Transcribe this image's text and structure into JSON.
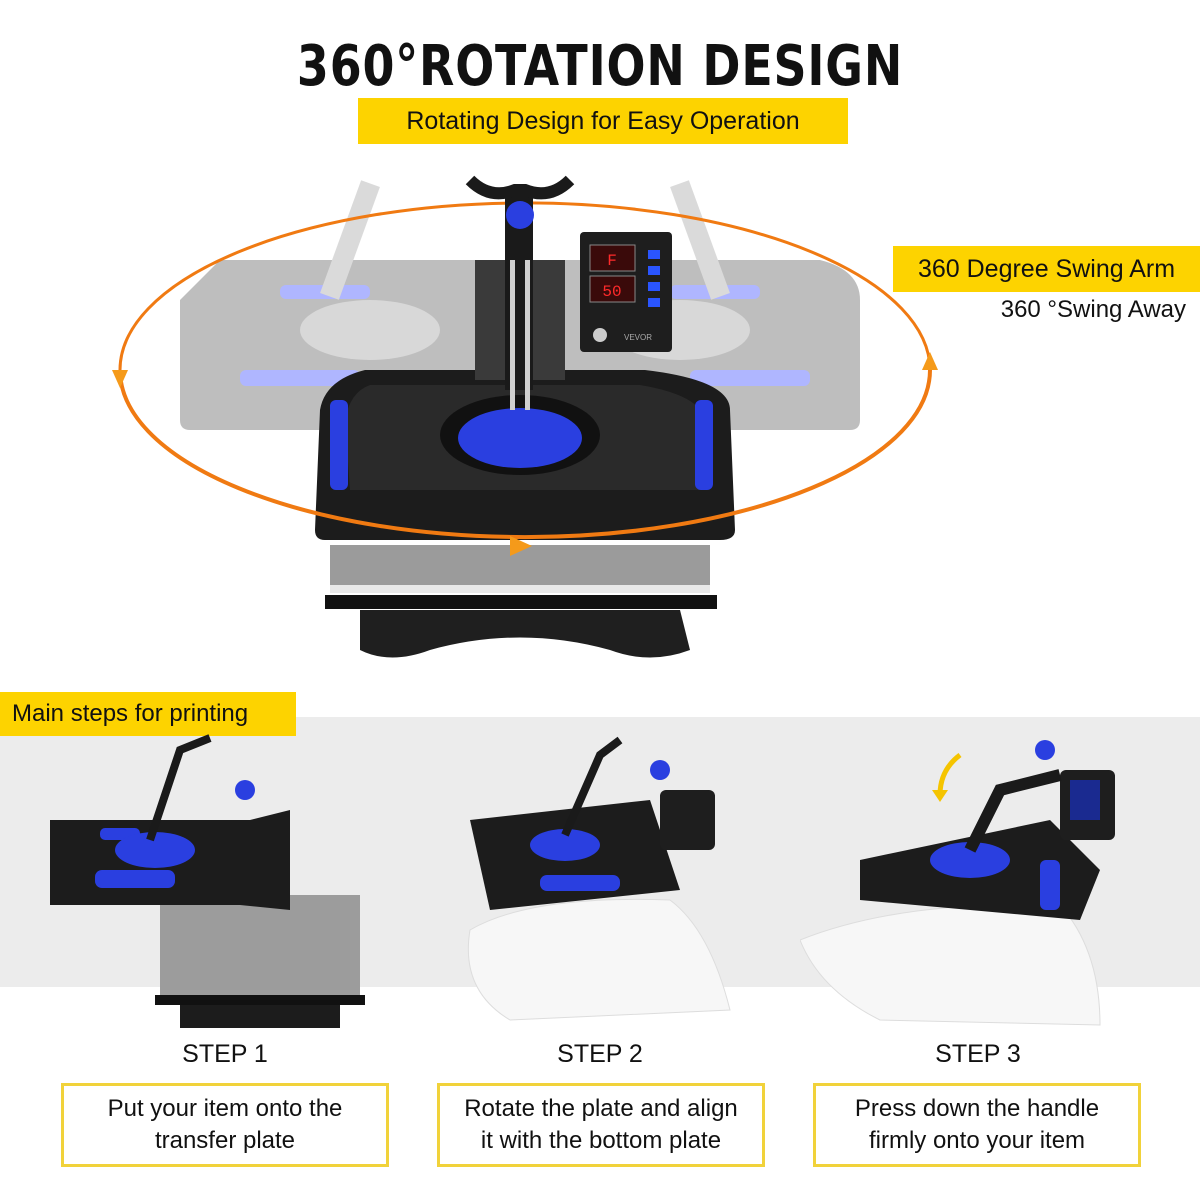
{
  "header": {
    "title": "360°ROTATION DESIGN",
    "subtitle": "Rotating Design for Easy Operation"
  },
  "callout": {
    "title": "360 Degree Swing Arm",
    "subtitle": "360 °Swing Away"
  },
  "control_panel": {
    "display_top": "F",
    "display_bottom": "50",
    "brand": "VEVOR"
  },
  "steps_section": {
    "heading": "Main steps for printing",
    "steps": [
      {
        "label": "STEP 1",
        "line1": "Put your item onto the",
        "line2": "transfer plate"
      },
      {
        "label": "STEP 2",
        "line1": "Rotate the plate and align",
        "line2": "it with the bottom plate"
      },
      {
        "label": "STEP 3",
        "line1": "Press down the handle",
        "line2": "firmly onto your item"
      }
    ]
  },
  "colors": {
    "accent_yellow": "#fdd300",
    "arrow_orange": "#f07a12",
    "machine_blue": "#2a3fe0",
    "machine_black": "#1a1a1a",
    "plate_gray": "#9a9a9a"
  }
}
